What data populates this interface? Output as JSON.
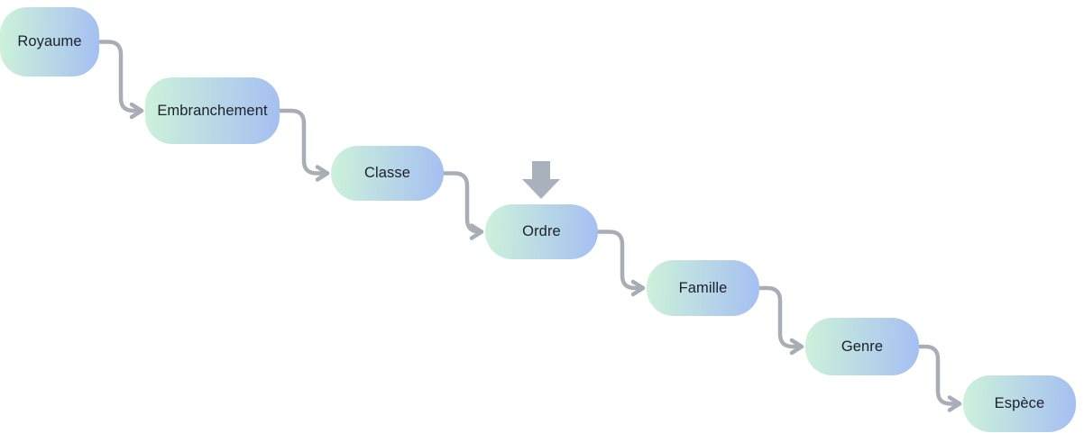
{
  "diagram": {
    "type": "flowchart",
    "layout": "cascade-right-down",
    "nodes": [
      {
        "id": "royaume",
        "label": "Royaume"
      },
      {
        "id": "embranchement",
        "label": "Embranchement"
      },
      {
        "id": "classe",
        "label": "Classe"
      },
      {
        "id": "ordre",
        "label": "Ordre"
      },
      {
        "id": "famille",
        "label": "Famille"
      },
      {
        "id": "genre",
        "label": "Genre"
      },
      {
        "id": "espece",
        "label": "Espèce"
      }
    ],
    "edges": [
      {
        "from": "Royaume",
        "to": "Embranchement"
      },
      {
        "from": "Embranchement",
        "to": "Classe"
      },
      {
        "from": "Classe",
        "to": "Ordre"
      },
      {
        "from": "Ordre",
        "to": "Famille"
      },
      {
        "from": "Famille",
        "to": "Genre"
      },
      {
        "from": "Genre",
        "to": "Espèce"
      }
    ],
    "annotations": [
      {
        "icon": "down-arrow-icon",
        "points_to": "Ordre"
      }
    ],
    "colors": {
      "background": "#ffffff",
      "node_gradient_left": "#cdf2da",
      "node_gradient_right": "#a5bff2",
      "connector": "#a9aeb6",
      "highlight_arrow": "#a9b2bc",
      "text": "#1c212b"
    }
  }
}
